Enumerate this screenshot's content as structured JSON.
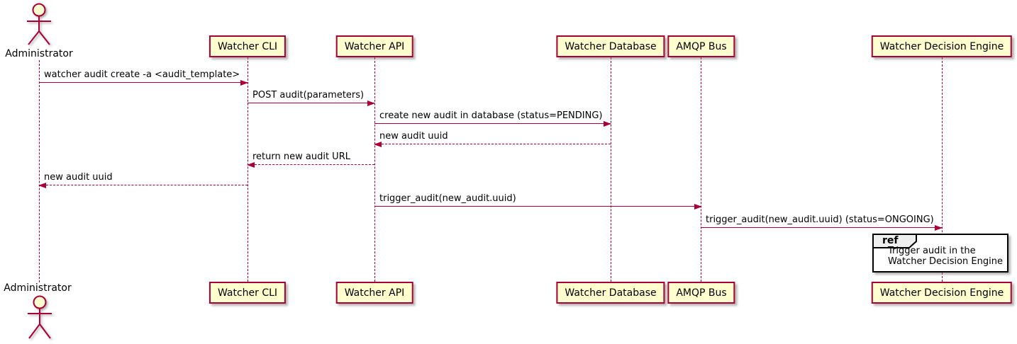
{
  "diagram_type": "plantuml-sequence-diagram",
  "colors": {
    "participant_fill": "#FEFECE",
    "participant_border": "#A80036",
    "arrow": "#A80036",
    "lifeline": "#A80036",
    "text": "#000000",
    "ref_border": "#000000",
    "ref_header_fill": "#EEEEEE",
    "ref_background": "#FFFFFF",
    "page_background": "#FFFFFF"
  },
  "actor": {
    "name": "Administrator"
  },
  "participants": [
    {
      "label": "Watcher CLI"
    },
    {
      "label": "Watcher API"
    },
    {
      "label": "Watcher Database"
    },
    {
      "label": "AMQP Bus"
    },
    {
      "label": "Watcher Decision Engine"
    }
  ],
  "messages": [
    {
      "from": "Administrator",
      "to": "Watcher CLI",
      "style": "solid",
      "label": "watcher audit create -a <audit_template>"
    },
    {
      "from": "Watcher CLI",
      "to": "Watcher API",
      "style": "solid",
      "label": "POST audit(parameters)"
    },
    {
      "from": "Watcher API",
      "to": "Watcher Database",
      "style": "solid",
      "label": "create new audit in database (status=PENDING)"
    },
    {
      "from": "Watcher Database",
      "to": "Watcher API",
      "style": "dashed",
      "label": "new audit uuid"
    },
    {
      "from": "Watcher API",
      "to": "Watcher CLI",
      "style": "dashed",
      "label": "return new audit URL"
    },
    {
      "from": "Watcher CLI",
      "to": "Administrator",
      "style": "dashed",
      "label": "new audit uuid"
    },
    {
      "from": "Watcher API",
      "to": "AMQP Bus",
      "style": "solid",
      "label": "trigger_audit(new_audit.uuid)"
    },
    {
      "from": "AMQP Bus",
      "to": "Watcher Decision Engine",
      "style": "solid",
      "label": "trigger_audit(new_audit.uuid) (status=ONGOING)"
    }
  ],
  "ref": {
    "keyword": "ref",
    "line1": "Trigger audit in the",
    "line2": "Watcher Decision Engine"
  }
}
